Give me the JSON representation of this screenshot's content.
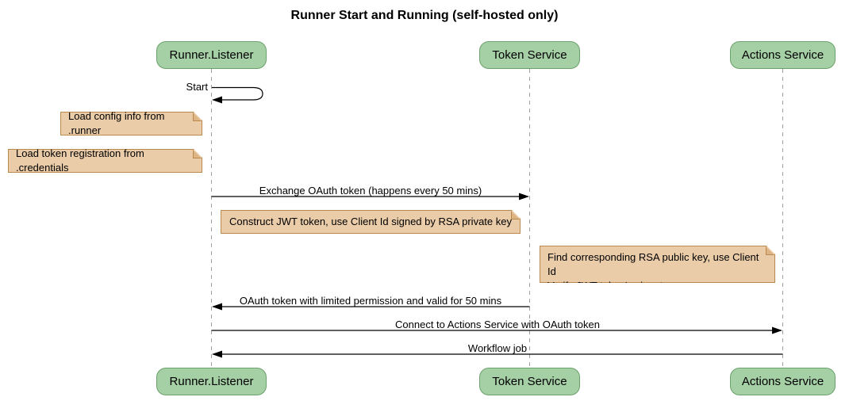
{
  "diagram": {
    "title": "Runner Start and Running (self-hosted only)",
    "participants": [
      {
        "label": "Runner.Listener"
      },
      {
        "label": "Token Service"
      },
      {
        "label": "Actions Service"
      }
    ],
    "messages": {
      "start": "Start",
      "exchange": "Exchange OAuth token (happens every 50 mins)",
      "oauth_return": "OAuth token with limited permission and valid for 50 mins",
      "connect": "Connect to Actions Service with OAuth token",
      "workflow": "Workflow job"
    },
    "notes": {
      "load_config": "Load config info from .runner",
      "load_token": "Load token registration from .credentials",
      "construct_jwt": "Construct JWT token, use Client Id signed by RSA private key",
      "find_rsa_line1": "Find corresponding RSA public key, use Client Id",
      "find_rsa_line2": "Verify JWT token's signature"
    },
    "colors": {
      "participant_fill": "#A5CFA5",
      "participant_border": "#6BA16B",
      "note_fill": "#EACCA9",
      "note_border": "#B9894F",
      "lifeline": "#A0A0A0",
      "arrow": "#000000"
    }
  }
}
